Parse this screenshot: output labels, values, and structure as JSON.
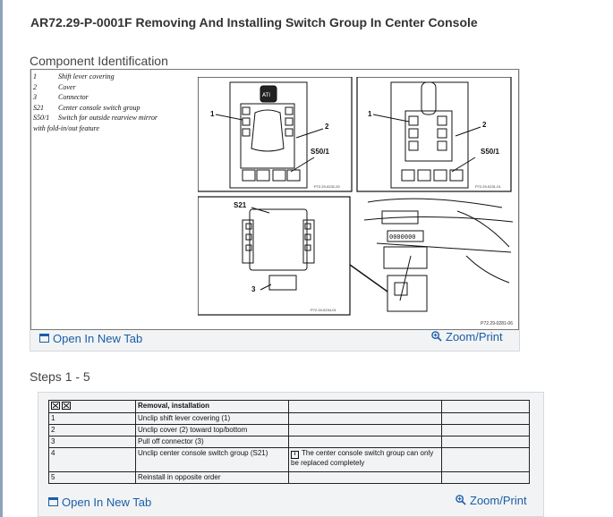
{
  "title": "AR72.29-P-0001F Removing And Installing Switch Group In Center Console",
  "component_section": {
    "heading": "Component Identification",
    "legend": [
      {
        "key": "1",
        "text": "Shift lever covering"
      },
      {
        "key": "2",
        "text": "Cover"
      },
      {
        "key": "3",
        "text": "Connector"
      },
      {
        "key": "S21",
        "text": "Center console switch group"
      },
      {
        "key": "S50/1",
        "text": "Switch for outside rearview mirror"
      }
    ],
    "legend_tail": "with fold-in/out feature",
    "diagram_labels": {
      "p1_num1": "1",
      "p1_num2": "2",
      "p1_switch": "S50/1",
      "p1_code": "P72.29-0232-20",
      "p2_num1": "1",
      "p2_num2": "2",
      "p2_switch": "S50/1",
      "p2_code": "P72.29-0231-01",
      "p3_s21": "S21",
      "p3_num3": "3",
      "p3_code": "P72.15-0234-01",
      "figure_code": "P72.29-0281-06",
      "p4_display": "0000000"
    },
    "open_new_tab": "Open In New Tab",
    "zoom_print": "Zoom/Print"
  },
  "steps_section": {
    "heading": "Steps 1 - 5",
    "table_header": [
      "",
      "Removal, installation",
      "",
      ""
    ],
    "rows": [
      {
        "num": "1",
        "action": "Unclip shift lever covering (1)",
        "note": ""
      },
      {
        "num": "2",
        "action": "Unclip cover (2) toward top/bottom",
        "note": ""
      },
      {
        "num": "3",
        "action": "Pull off connector (3)",
        "note": ""
      },
      {
        "num": "4",
        "action": "Unclip center console switch group (S21)",
        "note": "The center console switch group can only be replaced completely"
      },
      {
        "num": "5",
        "action": "Reinstall in opposite order",
        "note": ""
      }
    ],
    "note_icon": "i",
    "open_new_tab": "Open In New Tab",
    "zoom_print": "Zoom/Print"
  }
}
